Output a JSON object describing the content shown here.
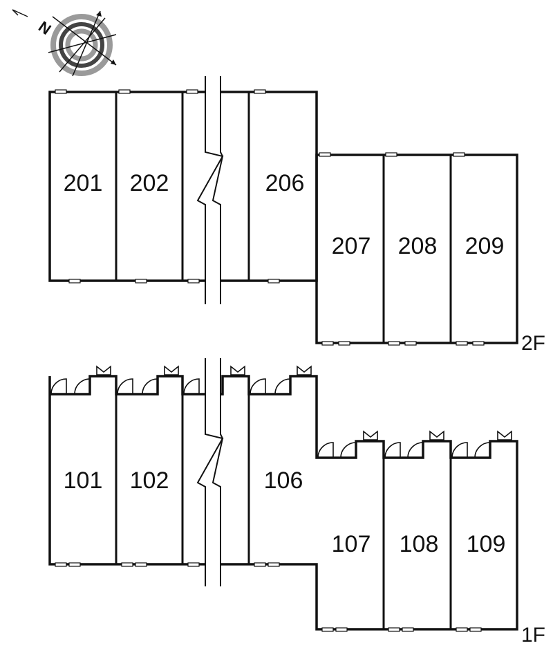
{
  "compass": {
    "north_letter": "N",
    "icon": "compass-rose-icon"
  },
  "floors": [
    {
      "id": "2F",
      "label": "2F",
      "units": [
        "201",
        "202",
        "206",
        "207",
        "208",
        "209"
      ]
    },
    {
      "id": "1F",
      "label": "1F",
      "units": [
        "101",
        "102",
        "106",
        "107",
        "108",
        "109"
      ]
    }
  ]
}
